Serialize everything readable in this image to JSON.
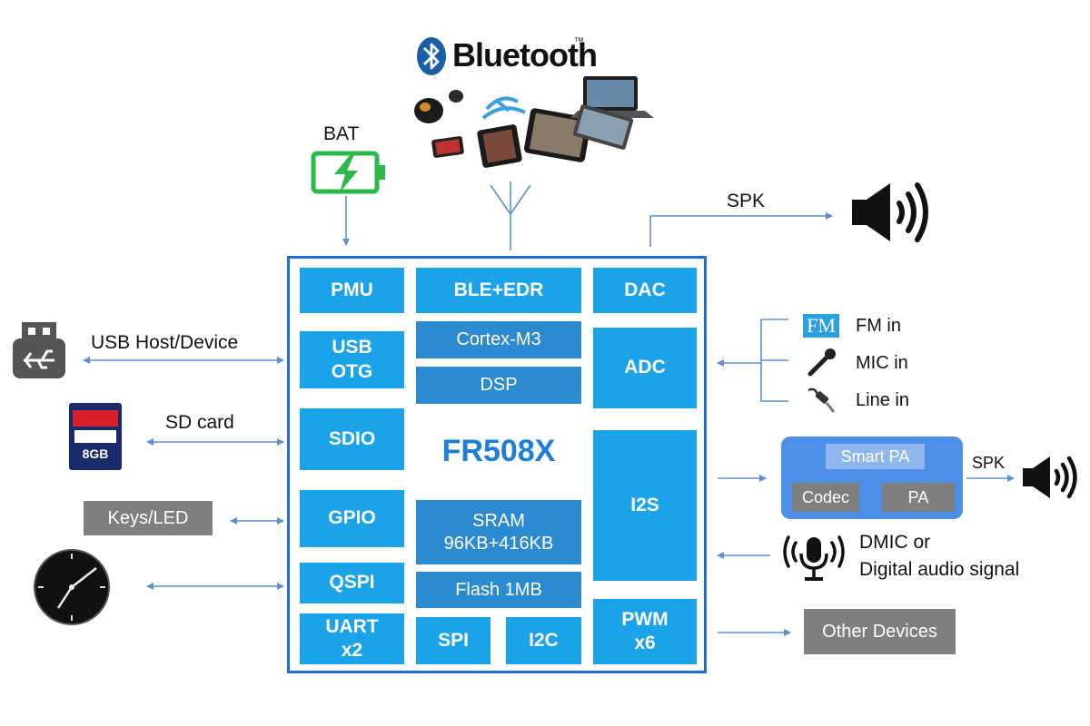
{
  "chip": {
    "name": "FR508X",
    "blocks": {
      "pmu": "PMU",
      "usb_otg": "USB\nOTG",
      "sdio": "SDIO",
      "gpio": "GPIO",
      "qspi": "QSPI",
      "uart": "UART\nx2",
      "ble_edr": "BLE+EDR",
      "cortex": "Cortex-M3",
      "dsp": "DSP",
      "sram": "SRAM\n96KB+416KB",
      "flash": "Flash 1MB",
      "spi": "SPI",
      "i2c": "I2C",
      "dac": "DAC",
      "adc": "ADC",
      "i2s": "I2S",
      "pwm": "PWM\nx6"
    }
  },
  "top": {
    "bluetooth": "Bluetooth",
    "tm": "™",
    "bat": "BAT"
  },
  "left": {
    "usb": "USB Host/Device",
    "sd": "SD card",
    "sd_card_text": "8GB",
    "keys": "Keys/LED"
  },
  "right": {
    "spk_top": "SPK",
    "fm_logo": "FM",
    "fm": "FM  in",
    "mic": "MIC in",
    "line": "Line in",
    "smart_pa": "Smart PA",
    "codec": "Codec",
    "pa": "PA",
    "spk_pa": "SPK",
    "dmic_1": "DMIC  or",
    "dmic_2": "Digital audio signal",
    "other": "Other Devices"
  },
  "colors": {
    "block_light": "#1aa3e8",
    "block_mid": "#2b8ad0",
    "frame": "#1f6fcf",
    "arrow": "#5b8fd6",
    "battery": "#2db84a",
    "gray_box": "#7f7f7f",
    "pa_panel": "#4b8fe8"
  },
  "icons": [
    "bluetooth-icon",
    "battery-icon",
    "antenna-icon",
    "speaker-icon",
    "usb-stick-icon",
    "sd-card-icon",
    "watch-icon",
    "microphone-icon",
    "line-cable-icon",
    "device-cluster-icon"
  ]
}
